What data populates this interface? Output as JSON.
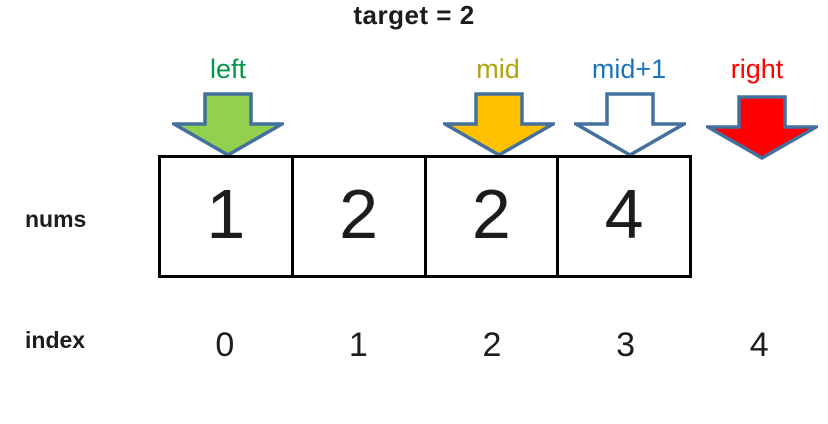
{
  "title": "target = 2",
  "pointers": [
    {
      "label": "left",
      "label_color": "#009847",
      "arrow_fill": "#92D050",
      "points_to_index": "0"
    },
    {
      "label": "mid",
      "label_color": "#B2A313",
      "arrow_fill": "#FFC000",
      "points_to_index": "2"
    },
    {
      "label": "mid+1",
      "label_color": "#1B75BC",
      "arrow_fill": "#FFFFFF",
      "points_to_index": "3"
    },
    {
      "label": "right",
      "label_color": "#FF0000",
      "arrow_fill": "#FF0000",
      "points_to_index": "4"
    }
  ],
  "array": {
    "label": "nums",
    "values": [
      "1",
      "2",
      "2",
      "4"
    ]
  },
  "index_row": {
    "label": "index",
    "values": [
      "0",
      "1",
      "2",
      "3",
      "4"
    ]
  },
  "colors": {
    "arrow_border": "#44709D",
    "box_border": "#000000",
    "text": "#1C1C1C"
  }
}
